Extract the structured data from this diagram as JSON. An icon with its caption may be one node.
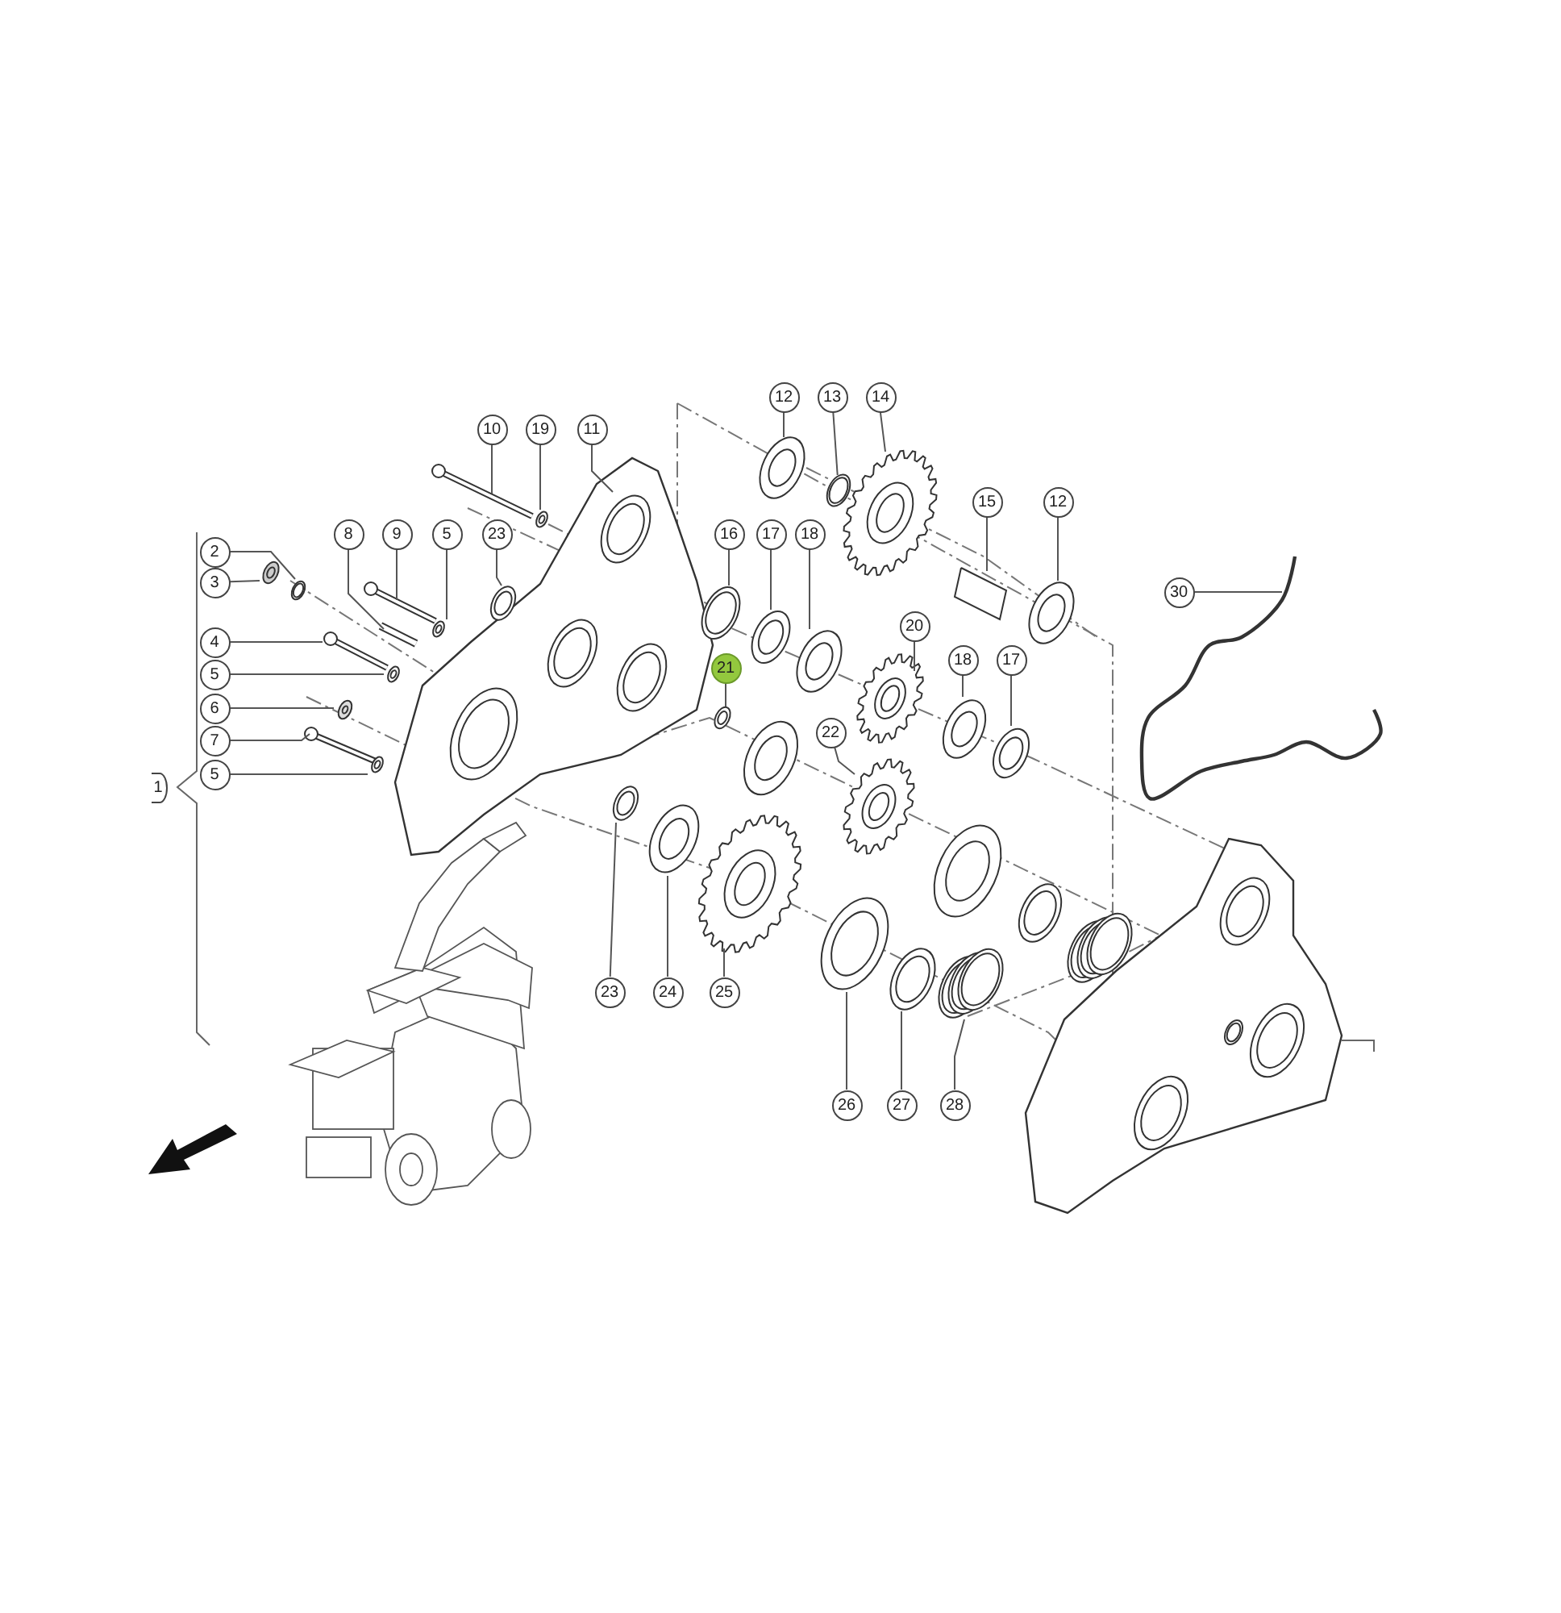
{
  "diagram": {
    "nodes": [
      {
        "text": [
          "12"
        ]
      },
      {
        "text": [
          "13"
        ]
      },
      {
        "text": [
          "14"
        ]
      },
      {
        "text": [
          "10"
        ]
      },
      {
        "text": [
          "19"
        ]
      },
      {
        "text": [
          "11"
        ]
      },
      {
        "text": [
          "15"
        ]
      },
      {
        "text": [
          "12"
        ]
      },
      {
        "text": [
          "8"
        ]
      },
      {
        "text": [
          "9"
        ]
      },
      {
        "text": [
          "5"
        ]
      },
      {
        "text": [
          "23"
        ]
      },
      {
        "text": [
          "16"
        ]
      },
      {
        "text": [
          "17"
        ]
      },
      {
        "text": [
          "18"
        ]
      },
      {
        "text": [
          "2"
        ]
      },
      {
        "text": [
          "3"
        ]
      },
      {
        "text": [
          "30"
        ]
      },
      {
        "text": [
          "20"
        ]
      },
      {
        "text": [
          "4"
        ]
      },
      {
        "text": [
          "18"
        ]
      },
      {
        "text": [
          "17"
        ]
      },
      {
        "text": [
          "21"
        ]
      },
      {
        "text": [
          "5"
        ]
      },
      {
        "text": [
          "6"
        ]
      },
      {
        "text": [
          "22"
        ]
      },
      {
        "text": [
          "7"
        ]
      },
      {
        "text": [
          "5"
        ]
      },
      {
        "text": [
          "1"
        ]
      },
      {
        "text": [
          "23"
        ]
      },
      {
        "text": [
          "24"
        ]
      },
      {
        "text": [
          "25"
        ]
      },
      {
        "text": [
          "26"
        ]
      },
      {
        "text": [
          "27"
        ]
      },
      {
        "text": [
          "28"
        ]
      },
      {
        "text": [],
        "shape": "circle"
      }
    ],
    "edges": [
      {
        "from": 0,
        "to": null,
        "arrow": "none"
      },
      {
        "from": 1,
        "to": 35,
        "arrow": "none"
      },
      {
        "from": 2,
        "to": null,
        "arrow": "none"
      },
      {
        "from": 3,
        "to": null,
        "arrow": "none"
      },
      {
        "from": 4,
        "to": null,
        "arrow": "none"
      },
      {
        "from": 5,
        "to": null,
        "arrow": "none"
      },
      {
        "from": 6,
        "to": null,
        "arrow": "none"
      },
      {
        "from": 7,
        "to": null,
        "arrow": "none"
      },
      {
        "from": 8,
        "to": null,
        "arrow": "none"
      },
      {
        "from": 9,
        "to": null,
        "arrow": "none"
      },
      {
        "from": 10,
        "to": null,
        "arrow": "none"
      },
      {
        "from": 11,
        "to": null,
        "arrow": "none"
      },
      {
        "from": 12,
        "to": null,
        "arrow": "none"
      },
      {
        "from": 13,
        "to": null,
        "arrow": "none"
      },
      {
        "from": 14,
        "to": null,
        "arrow": "none"
      },
      {
        "from": 15,
        "to": null,
        "arrow": "none"
      },
      {
        "from": 16,
        "to": null,
        "arrow": "none"
      },
      {
        "from": 17,
        "to": null,
        "arrow": "none"
      },
      {
        "from": 18,
        "to": null,
        "arrow": "none"
      },
      {
        "from": 19,
        "to": null,
        "arrow": "none"
      },
      {
        "from": 20,
        "to": null,
        "arrow": "none"
      },
      {
        "from": 21,
        "to": null,
        "arrow": "none"
      },
      {
        "from": 22,
        "to": null,
        "arrow": "none"
      },
      {
        "from": 23,
        "to": null,
        "arrow": "none"
      },
      {
        "from": 24,
        "to": null,
        "arrow": "none"
      },
      {
        "from": 25,
        "to": null,
        "arrow": "none"
      },
      {
        "from": 26,
        "to": null,
        "arrow": "none"
      },
      {
        "from": 27,
        "to": null,
        "arrow": "none"
      },
      {
        "from": 29,
        "to": null,
        "arrow": "none"
      },
      {
        "from": 30,
        "to": null,
        "arrow": "none"
      },
      {
        "from": 31,
        "to": null,
        "arrow": "none"
      },
      {
        "from": 32,
        "to": null,
        "arrow": "none"
      },
      {
        "from": 33,
        "to": null,
        "arrow": "none"
      },
      {
        "from": 34,
        "to": null,
        "arrow": "none"
      }
    ]
  }
}
